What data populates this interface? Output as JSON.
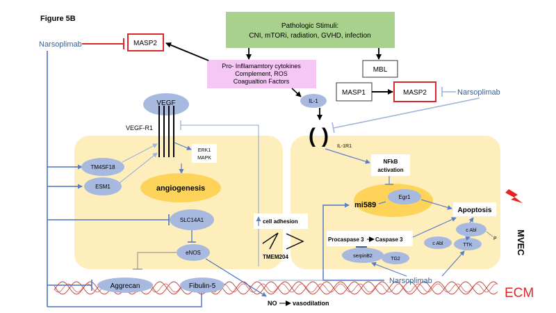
{
  "figure_label": "Figure 5B",
  "stimuli": {
    "line1": "Pathologic Stimuli:",
    "line2": "CNI, mTORi, radiation, GVHD, infection"
  },
  "cytokines": {
    "line1": "Pro- Infllamamtory cytokines",
    "line2": "Complement, ROS",
    "line3": "Coagualtion Factors"
  },
  "nodes": {
    "masp2_left": "MASP2",
    "masp2_right": "MASP2",
    "masp1": "MASP1",
    "mbl": "MBL",
    "il1": "IL-1",
    "il1r1": "IL-1R1",
    "vegf": "VEGF",
    "vegfr1": "VEGF-R1",
    "erk1": "ERK1",
    "mapk": "MAPK",
    "tm4sf18": "TM4SF18",
    "esm1": "ESM1",
    "angiogenesis": "angiogenesis",
    "slc14a1": "SLC14A1",
    "enos": "eNOS",
    "aggrecan": "Aggrecan",
    "fibulin5": "Fibulin-5",
    "no": "NO",
    "vasodilation": "vasodilation",
    "cell_adhesion": "cell adhesion",
    "tmem204": "TMEM204",
    "nfkb_line1": "NFkB",
    "nfkb_line2": "activation",
    "mi589": "mi589",
    "egr1": "Egr1",
    "apoptosis": "Apoptosis",
    "procaspase3": "Procaspase 3",
    "caspase3": "Caspase 3",
    "serpinb2": "serpinB2",
    "tg2": "TG2",
    "cabl_top": "c Abl",
    "cabl_mid": "c Abl",
    "ttk": "TTK",
    "p": "P"
  },
  "drug": {
    "left": "Narsoplimab",
    "right": "Narsoplimab",
    "bottom": "Narsoplimab"
  },
  "labels": {
    "mvec": "MVEC",
    "ecm": "ECM"
  },
  "colors": {
    "stimuli_fill": "#a9d18e",
    "cytokine_fill": "#f4c7f4",
    "cell_fill": "#fdeebc",
    "protein_fill": "#a8b9e0",
    "angio_fill": "#fdd35a",
    "masp2_border": "#d9272e",
    "drug_text": "#3d5f8a",
    "ecm_text": "#d9272e",
    "inhibit_line": "#4a72c4"
  }
}
